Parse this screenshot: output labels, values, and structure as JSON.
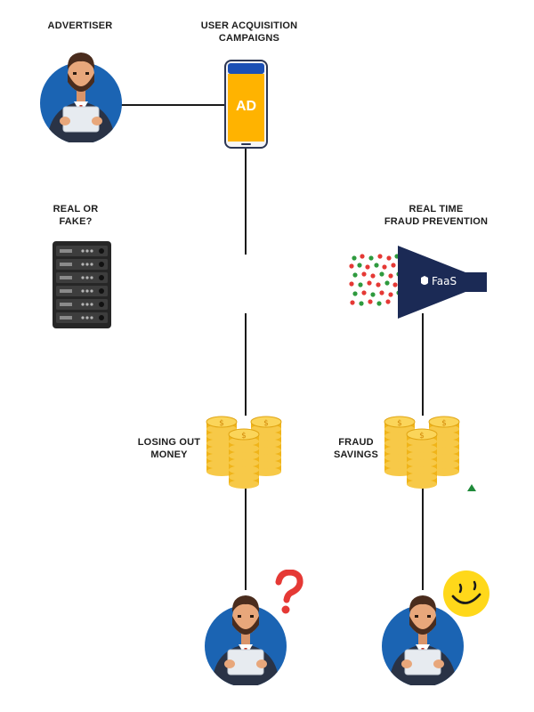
{
  "labels": {
    "advertiser": "ADVERTISER",
    "ua_line1": "USER ACQUISITION",
    "ua_line2": "CAMPAIGNS",
    "real_line1": "REAL OR",
    "real_line2": "FAKE?",
    "rt_line1": "REAL TIME",
    "rt_line2": "FRAUD PREVENTION",
    "losing_line1": "LOSING OUT",
    "losing_line2": "MONEY",
    "fraud_line1": "FRAUD",
    "fraud_line2": "SAVINGS"
  },
  "phone": {
    "screen_text": "AD"
  },
  "funnel": {
    "text": "FaaS"
  },
  "icons": {
    "person": "person-with-tablet-icon",
    "server": "server-rack-icon",
    "coins": "coin-stack-icon",
    "question": "question-mark-icon",
    "smile": "smiley-face-icon"
  },
  "colors": {
    "circle_blue": "#1b64b3",
    "navy": "#1b2a55",
    "coin_gold": "#f5bd1f",
    "question_red": "#e53935",
    "smile_yellow": "#ffd81a",
    "phone_screen": "#ffb300"
  }
}
